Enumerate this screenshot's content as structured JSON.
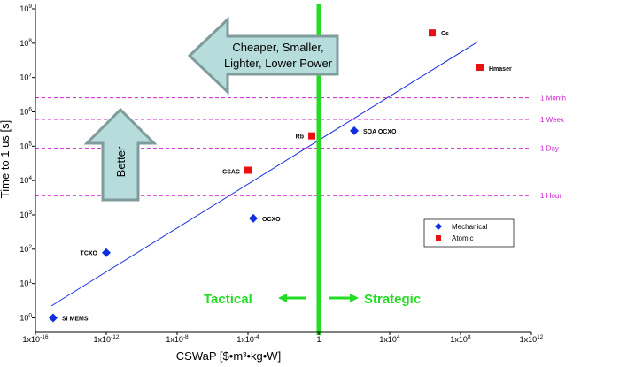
{
  "chart_data": {
    "type": "scatter",
    "xlabel": "CSWaP [$•m³•kg•W]",
    "ylabel": "Time to 1 us [s]",
    "xscale": "log",
    "yscale": "log",
    "xlim_exp": [
      -16,
      12
    ],
    "ylim_exp": [
      -0.4,
      9
    ],
    "x_ticks": [
      {
        "exp": -16,
        "base": "1x10",
        "sup": "-16"
      },
      {
        "exp": -12,
        "base": "1x10",
        "sup": "-12"
      },
      {
        "exp": -8,
        "base": "1x10",
        "sup": "-8"
      },
      {
        "exp": -4,
        "base": "1x10",
        "sup": "-4"
      },
      {
        "exp": 0,
        "base": "1",
        "sup": ""
      },
      {
        "exp": 4,
        "base": "1x10",
        "sup": "4"
      },
      {
        "exp": 8,
        "base": "1x10",
        "sup": "8"
      },
      {
        "exp": 12,
        "base": "1x10",
        "sup": "12"
      }
    ],
    "y_ticks": [
      {
        "exp": 0,
        "base": "10",
        "sup": "0"
      },
      {
        "exp": 1,
        "base": "10",
        "sup": "1"
      },
      {
        "exp": 2,
        "base": "10",
        "sup": "2"
      },
      {
        "exp": 3,
        "base": "10",
        "sup": "3"
      },
      {
        "exp": 4,
        "base": "10",
        "sup": "4"
      },
      {
        "exp": 5,
        "base": "10",
        "sup": "5"
      },
      {
        "exp": 6,
        "base": "10",
        "sup": "6"
      },
      {
        "exp": 7,
        "base": "10",
        "sup": "7"
      },
      {
        "exp": 8,
        "base": "10",
        "sup": "8"
      },
      {
        "exp": 9,
        "base": "10",
        "sup": "9"
      }
    ],
    "series": [
      {
        "name": "Mechanical",
        "marker": "diamond",
        "color": "#1030e0",
        "points": [
          {
            "label": "SI MEMS",
            "x_exp": -15.0,
            "y_exp": 0.0
          },
          {
            "label": "TCXO",
            "x_exp": -12.0,
            "y_exp": 1.9
          },
          {
            "label": "OCXO",
            "x_exp": -3.7,
            "y_exp": 2.9
          },
          {
            "label": "SOA OCXO",
            "x_exp": 2.0,
            "y_exp": 5.45
          }
        ]
      },
      {
        "name": "Atomic",
        "marker": "square",
        "color": "#e81010",
        "points": [
          {
            "label": "CSAC",
            "x_exp": -4.0,
            "y_exp": 4.3
          },
          {
            "label": "Rb",
            "x_exp": -0.4,
            "y_exp": 5.3
          },
          {
            "label": "Cs",
            "x_exp": 6.4,
            "y_exp": 8.3
          },
          {
            "label": "Hmaser",
            "x_exp": 9.1,
            "y_exp": 7.3
          }
        ]
      }
    ],
    "reference_lines": [
      {
        "label": "1 Month",
        "y_exp": 6.41
      },
      {
        "label": "1 Week",
        "y_exp": 5.78
      },
      {
        "label": "1 Day",
        "y_exp": 4.94
      },
      {
        "label": "1 Hour",
        "y_exp": 3.56
      }
    ],
    "trend_line": {
      "from": {
        "x_exp": -15.1,
        "y_exp": 0.35
      },
      "to": {
        "x_exp": 9.0,
        "y_exp": 8.05
      }
    },
    "divider_x_exp": 0,
    "regions": {
      "left": "Tactical",
      "right": "Strategic"
    },
    "annotations": {
      "left_arrow": [
        "Cheaper, Smaller,",
        "Lighter, Lower Power"
      ],
      "up_arrow": "Better"
    },
    "legend_position": "right-middle",
    "grid": false,
    "colors": {
      "divider": "#22dd22",
      "reference": "#d020d0",
      "trend": "#1a2fe0",
      "arrow_fill": "#b6dcdc",
      "arrow_stroke": "#7f9b9b"
    }
  }
}
